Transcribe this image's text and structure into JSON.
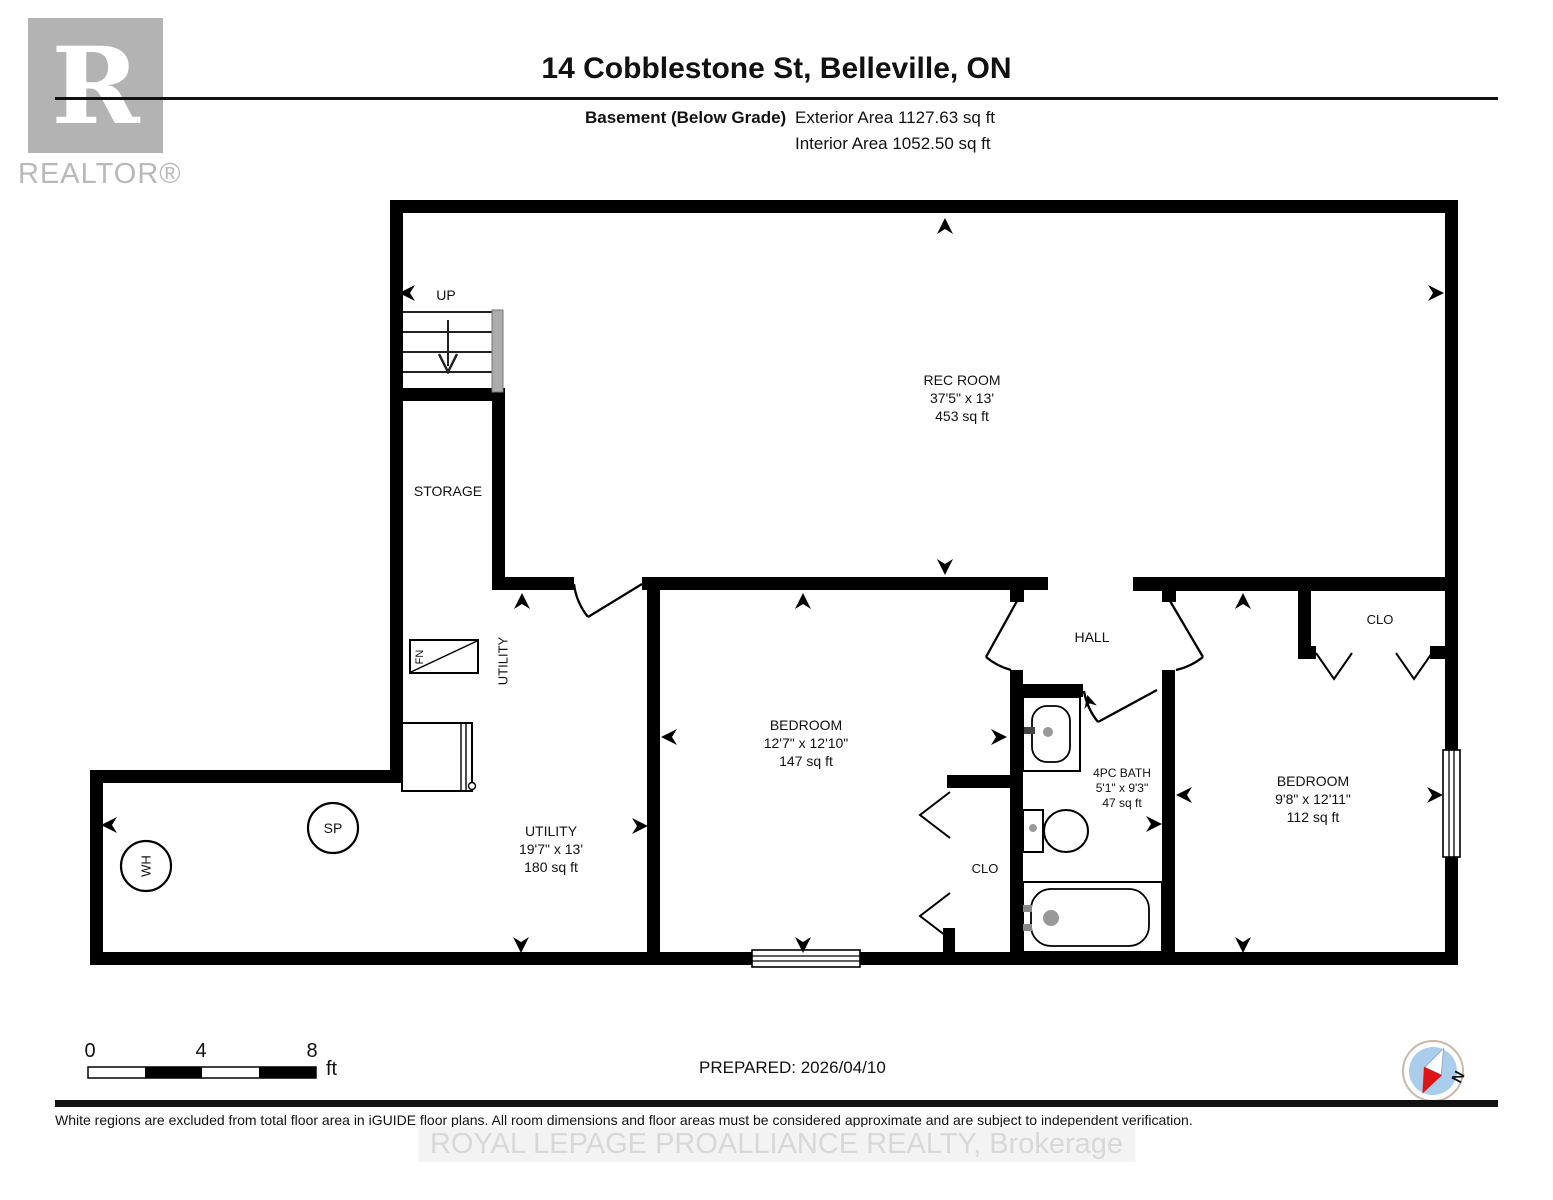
{
  "header": {
    "logo_letter": "R",
    "logo_text": "REALTOR®",
    "title": "14 Cobblestone St, Belleville, ON",
    "floor_label": "Basement (Below Grade)",
    "exterior_area": "Exterior Area 1127.63 sq ft",
    "interior_area": "Interior Area 1052.50 sq ft"
  },
  "plan": {
    "rooms": {
      "rec_room": {
        "name": "REC ROOM",
        "dims": "37'5\" x 13'",
        "area": "453 sq ft"
      },
      "storage": {
        "name": "STORAGE"
      },
      "bedroom1": {
        "name": "BEDROOM",
        "dims": "12'7\" x 12'10\"",
        "area": "147 sq ft"
      },
      "bedroom2": {
        "name": "BEDROOM",
        "dims": "9'8\" x 12'11\"",
        "area": "112 sq ft"
      },
      "bath": {
        "name": "4PC BATH",
        "dims": "5'1\" x 9'3\"",
        "area": "47 sq ft"
      },
      "utility": {
        "name": "UTILITY",
        "dims": "19'7\" x 13'",
        "area": "180 sq ft"
      },
      "hall": {
        "name": "HALL"
      },
      "closet1": {
        "name": "CLO"
      },
      "closet2": {
        "name": "CLO"
      }
    },
    "annotations": {
      "up": "UP",
      "utility_side": "UTILITY",
      "furnace": "FN",
      "water_heater": "WH",
      "sump_pump": "SP"
    }
  },
  "scale_bar": {
    "tick0": "0",
    "tick4": "4",
    "tick8": "8",
    "unit": "ft"
  },
  "footer": {
    "prepared": "PREPARED: 2026/04/10",
    "compass_north": "N",
    "disclaimer": "White regions are excluded from total floor area in iGUIDE floor plans. All room dimensions and floor areas must be considered approximate and are subject to independent verification.",
    "watermark": "ROYAL LEPAGE PROALLIANCE REALTY, Brokerage"
  },
  "colors": {
    "wall": "#000000",
    "logo_gray": "#b3b3b3",
    "compass_blue": "#a9cdea",
    "compass_red": "#dd1515",
    "watermark_text": "#d8d8d8"
  }
}
